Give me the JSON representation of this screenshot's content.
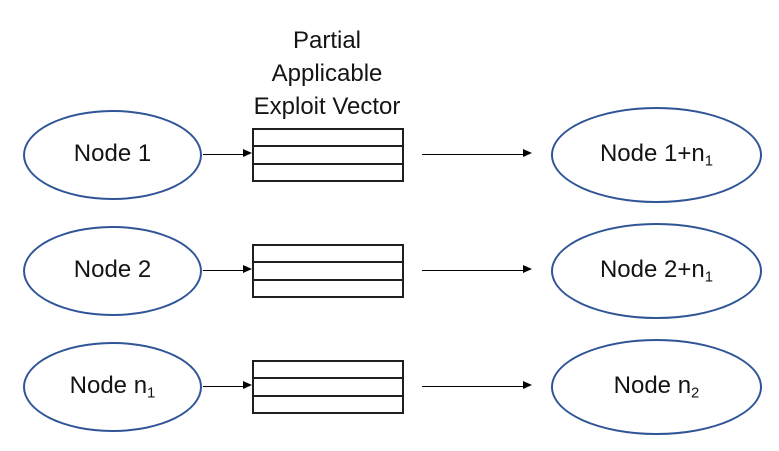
{
  "title": {
    "lines": [
      "Partial",
      "Applicable",
      "Exploit Vector"
    ]
  },
  "rows": [
    {
      "source": {
        "label": "Node 1",
        "sub": ""
      },
      "target": {
        "label": "Node 1+n",
        "sub": "1"
      }
    },
    {
      "source": {
        "label": "Node 2",
        "sub": ""
      },
      "target": {
        "label": "Node 2+n",
        "sub": "1"
      }
    },
    {
      "source": {
        "label": "Node n",
        "sub": "1"
      },
      "target": {
        "label": "Node n",
        "sub": "2"
      }
    }
  ],
  "vector_box": {
    "segments": 3
  },
  "colors": {
    "node_stroke": "#2f5597",
    "box_stroke": "#1f1f1f",
    "arrow": "#000000",
    "text": "#141414",
    "background": "#ffffff"
  }
}
